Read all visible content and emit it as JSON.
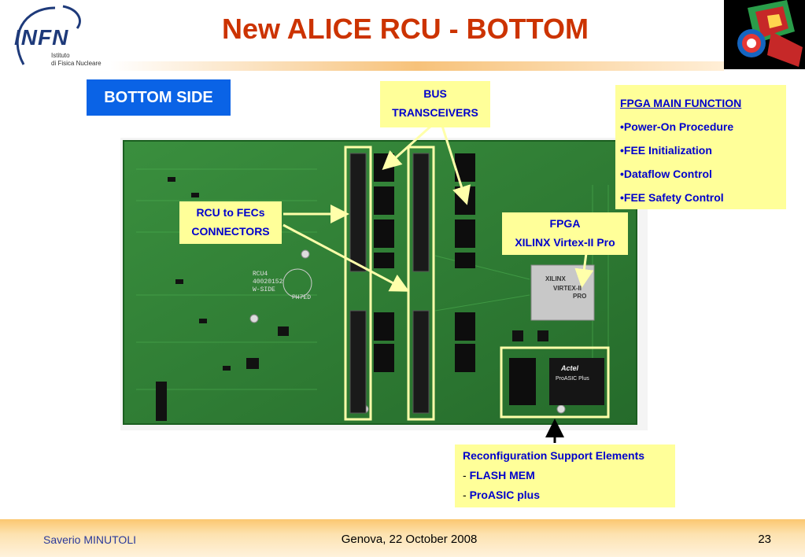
{
  "title": "New ALICE RCU - BOTTOM",
  "logo": {
    "brand": "INFN",
    "sub1": "Istituto",
    "sub2": "di Fisica Nucleare"
  },
  "labels": {
    "bottom_side": "BOTTOM SIDE",
    "bus_line1": "BUS",
    "bus_line2": "TRANSCEIVERS",
    "rcu_line1": "RCU to FECs",
    "rcu_line2": "CONNECTORS",
    "fpga_line1": "FPGA",
    "fpga_line2": "XILINX Virtex-II Pro"
  },
  "fpga_function": {
    "heading": "FPGA MAIN FUNCTION",
    "items": [
      "•Power-On Procedure",
      "•FEE Initialization",
      "•Dataflow Control",
      "•FEE Safety Control"
    ]
  },
  "reconfiguration": {
    "heading": "Reconfiguration Support Elements",
    "items": [
      {
        "dash": "- ",
        "text": "FLASH MEM"
      },
      {
        "dash": "- ",
        "text": "ProASIC plus"
      }
    ]
  },
  "board": {
    "silk_text": [
      "RCU4",
      "40020152",
      "W-SIDE",
      "PH7ED"
    ],
    "chip_xilinx": [
      "XILINX",
      "VIRTEX-II",
      "PRO"
    ],
    "chip_actel": [
      "Actel",
      "ProASIC Plus"
    ]
  },
  "footer": {
    "author_first": "Saverio",
    "author_last": "MINUTOLI",
    "date": "Genova, 22 October 2008",
    "page": "23"
  },
  "colors": {
    "title": "#cc3300",
    "label_bg": "#ffff99",
    "label_text": "#0000cc",
    "bottom_side_bg": "#0a63e6",
    "board_green": "#2e7d32",
    "highlight": "#ffffaa"
  }
}
